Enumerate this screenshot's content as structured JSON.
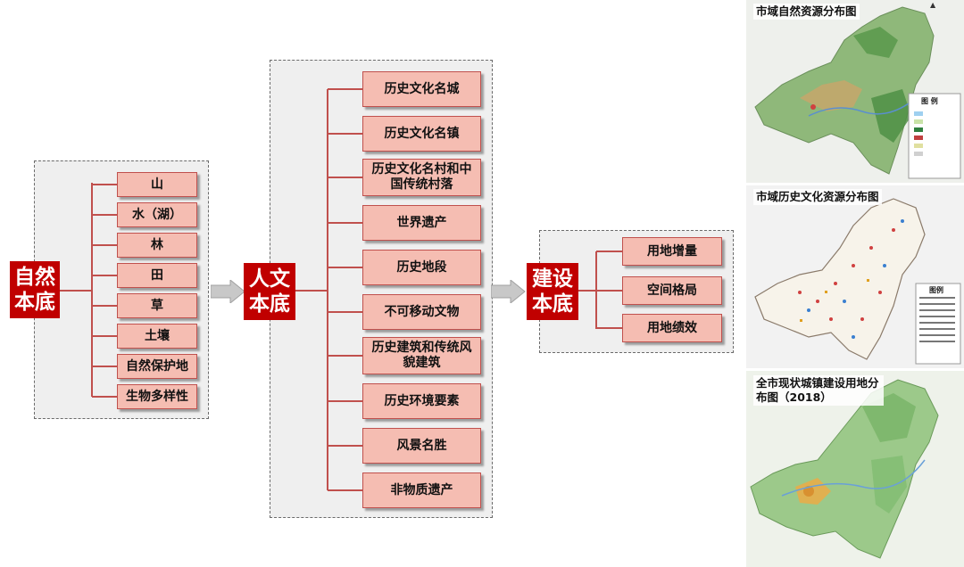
{
  "groups": {
    "natural": {
      "label": "自然\n本底",
      "items": [
        "山",
        "水（湖）",
        "林",
        "田",
        "草",
        "土壤",
        "自然保护地",
        "生物多样性"
      ]
    },
    "cultural": {
      "label": "人文\n本底",
      "items": [
        "历史文化名城",
        "历史文化名镇",
        "历史文化名村和中国传统村落",
        "世界遗产",
        "历史地段",
        "不可移动文物",
        "历史建筑和传统风貌建筑",
        "历史环境要素",
        "风景名胜",
        "非物质遗产"
      ]
    },
    "construction": {
      "label": "建设\n本底",
      "items": [
        "用地增量",
        "空间格局",
        "用地绩效"
      ]
    }
  },
  "maps": {
    "natural": {
      "title": "市域自然资源分布图",
      "legend_title": "图 例"
    },
    "cultural": {
      "title": "市域历史文化资源分布图",
      "legend_title": "图例"
    },
    "construction": {
      "title": "全市现状城镇建设用地分布图（2018）"
    }
  },
  "colors": {
    "accent_red": "#c00000",
    "item_fill": "#f5bdb2",
    "item_border": "#c0504d",
    "panel_bg": "#efefef"
  }
}
